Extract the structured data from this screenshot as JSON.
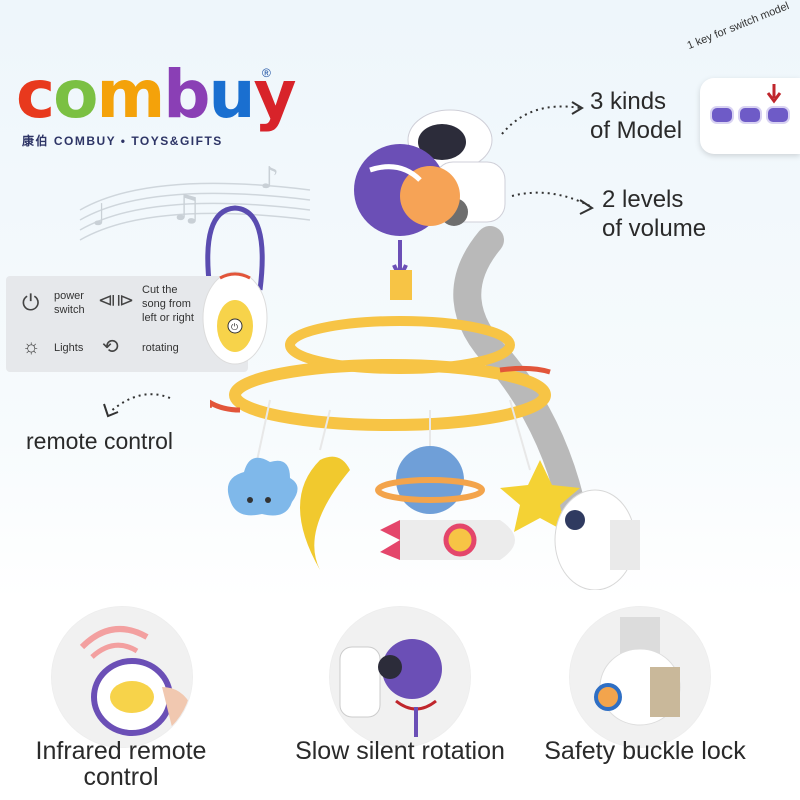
{
  "brand": {
    "letters": [
      {
        "ch": "c",
        "color": "#e8391d"
      },
      {
        "ch": "o",
        "color": "#7bc043"
      },
      {
        "ch": "m",
        "color": "#f4a20a"
      },
      {
        "ch": "b",
        "color": "#8a3fb5"
      },
      {
        "ch": "u",
        "color": "#1a6fd0"
      },
      {
        "ch": "y",
        "color": "#d8232a"
      }
    ],
    "registered": "®",
    "subtitle": "康伯  COMBUY • TOYS&GIFTS"
  },
  "callouts": {
    "models": "3 kinds of Model",
    "models_line1": "3 kinds",
    "models_line2": "of Model",
    "volume_line1": "2 levels",
    "volume_line2": "of volume",
    "remote": "remote control",
    "key_note": "1 key for switch model"
  },
  "remote_panel": {
    "power": "power switch",
    "power_line1": "power",
    "power_line2": "switch",
    "cut_line1": "Cut the",
    "cut_line2": "song from",
    "cut_line3": "left or right",
    "lights": "Lights",
    "rotating": "rotating"
  },
  "features": [
    {
      "line1": "Infrared remote",
      "line2": "control"
    },
    {
      "line1": "Slow silent rotation",
      "line2": ""
    },
    {
      "line1": "Safety buckle lock",
      "line2": ""
    }
  ],
  "colors": {
    "spiral": "#f7c445",
    "planet": "#6b4fb6",
    "arrow": "#e2553a",
    "arm": "#b9b9b9"
  }
}
